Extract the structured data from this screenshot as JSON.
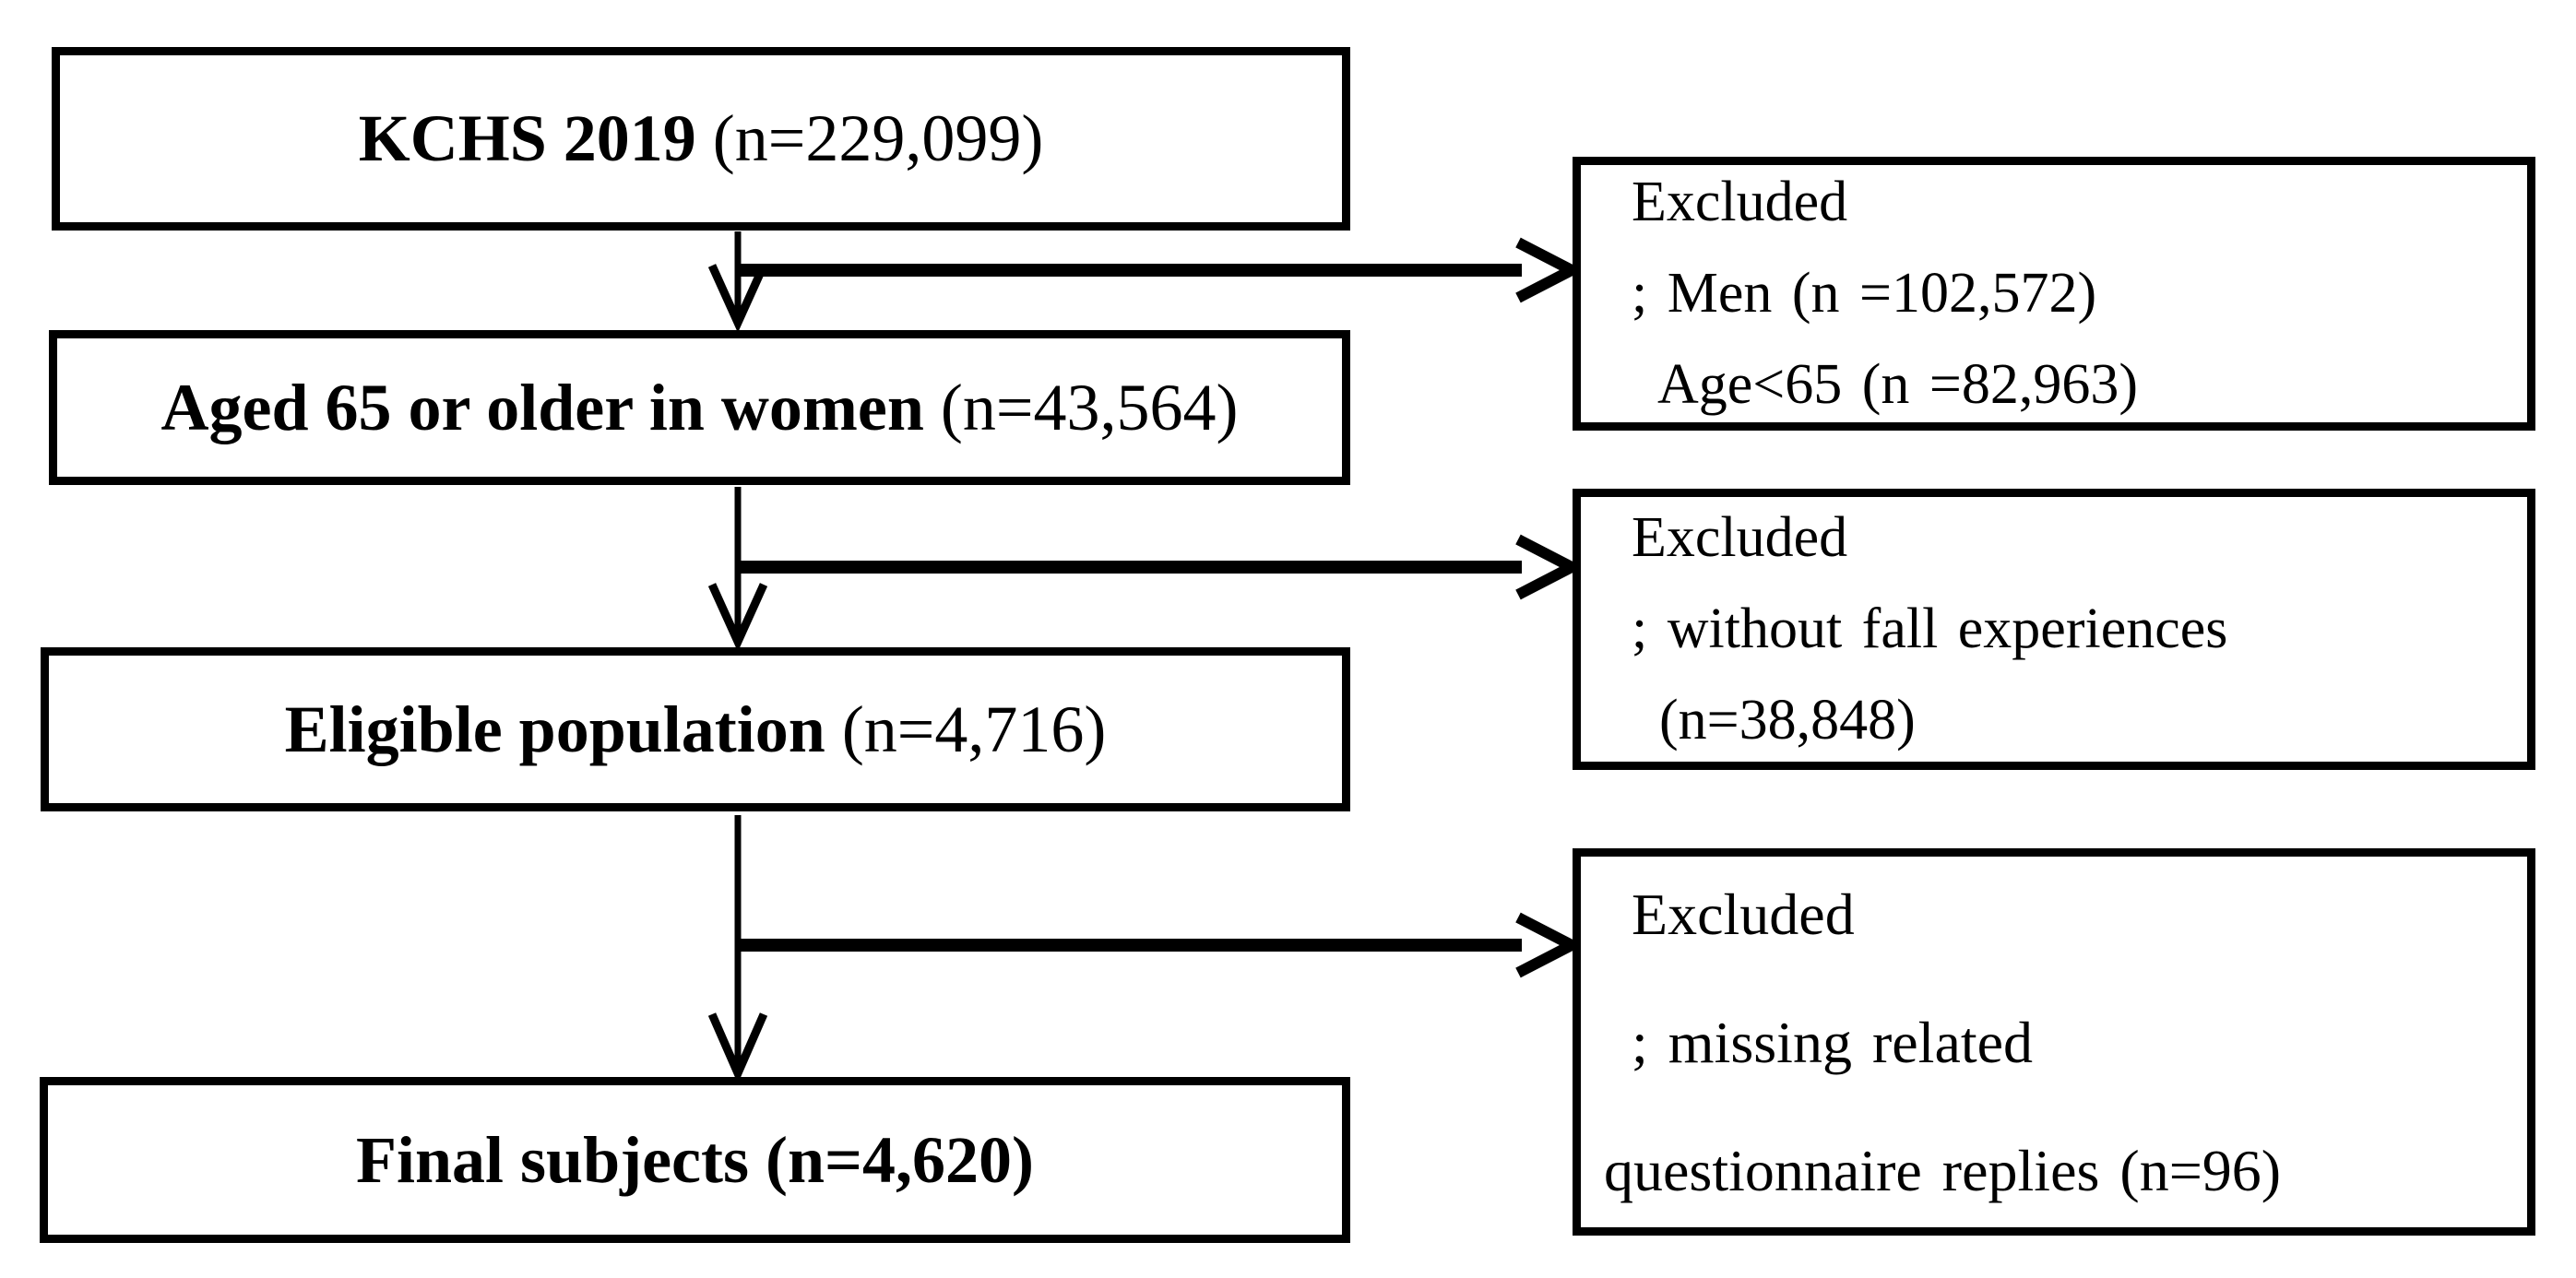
{
  "diagram": {
    "type": "participant-flow-diagram",
    "colors": {
      "ink": "#000000",
      "background": "#ffffff"
    },
    "population_boxes": {
      "kchs": {
        "bold": "KCHS 2019 ",
        "regular": "(n=229,099)"
      },
      "aged": {
        "bold": "Aged 65 or older in women ",
        "regular": "(n=43,564)"
      },
      "eligible": {
        "bold": "Eligible population ",
        "regular": "(n=4,716)"
      },
      "final": {
        "bold": "Final subjects (n=4,620)",
        "regular": ""
      }
    },
    "exclusion_boxes": [
      {
        "title": "Excluded",
        "line2": "; Men (n =102,572)",
        "line3": "Age<65 (n =82,963)"
      },
      {
        "title": "Excluded",
        "line2": "; without fall experiences",
        "line3": "(n=38,848)"
      },
      {
        "title": "Excluded",
        "line2": "; missing related",
        "line3": "questionnaire replies (n=96)"
      }
    ]
  }
}
